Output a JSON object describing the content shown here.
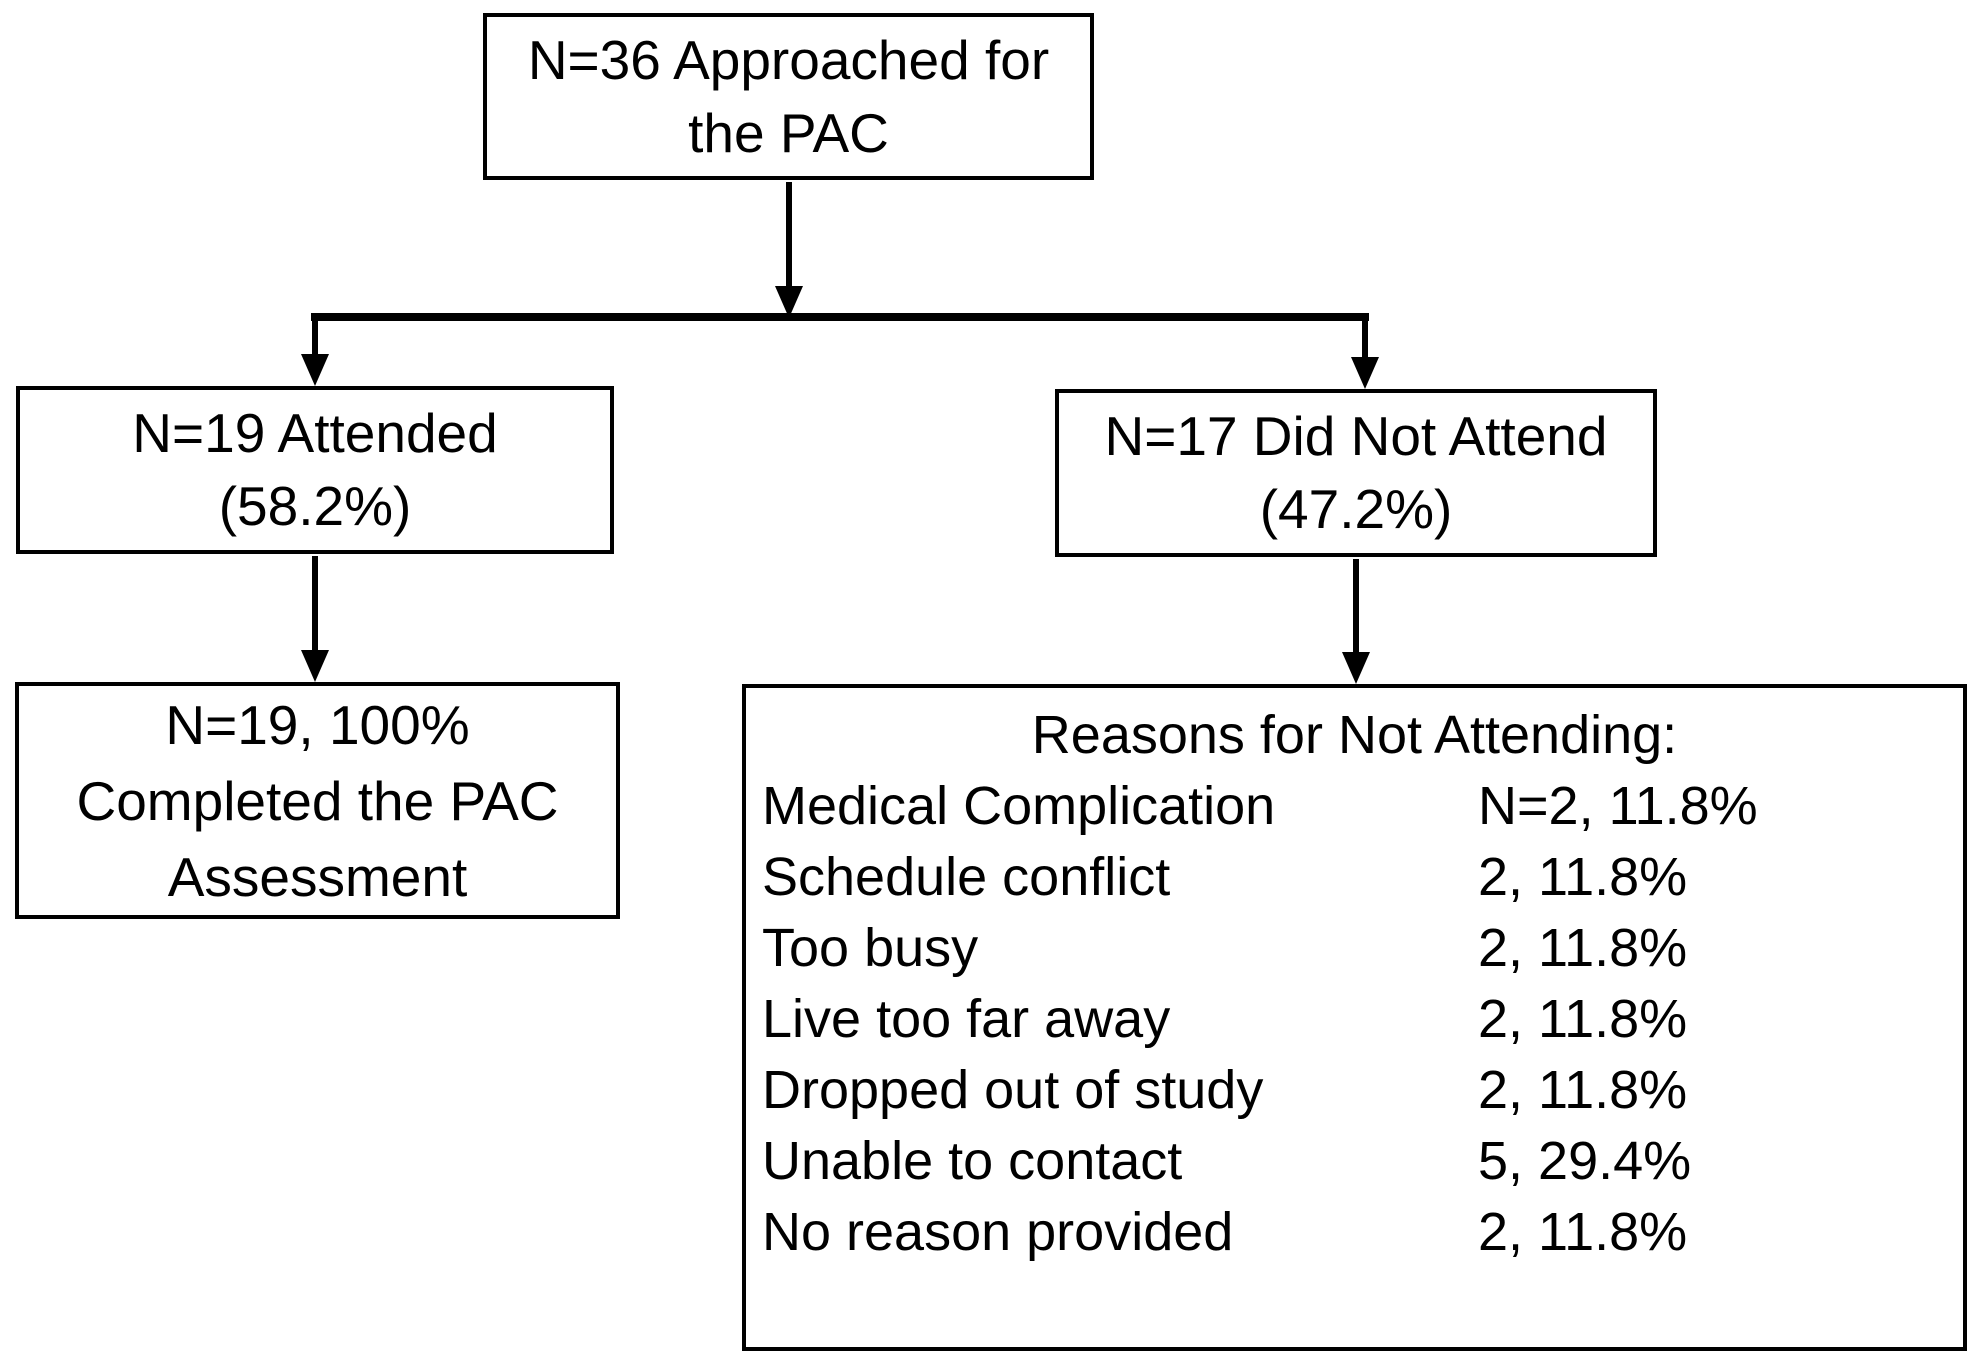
{
  "figure": {
    "type": "flowchart",
    "colors": {
      "line": "#000000",
      "background": "#ffffff",
      "text": "#000000"
    },
    "nodes": {
      "approached": {
        "line1": "N=36 Approached for",
        "line2": "the PAC"
      },
      "attended": {
        "line1": "N=19 Attended",
        "line2": "(58.2%)"
      },
      "not_attended": {
        "line1": "N=17 Did Not Attend",
        "line2": "(47.2%)"
      },
      "completed": {
        "line1": "N=19, 100%",
        "line2": "Completed the PAC",
        "line3": "Assessment"
      },
      "reasons": {
        "title": "Reasons for Not Attending:",
        "rows": [
          {
            "label": "Medical Complication",
            "value": "N=2, 11.8%"
          },
          {
            "label": "Schedule conflict",
            "value": "2, 11.8%"
          },
          {
            "label": "Too busy",
            "value": "2, 11.8%"
          },
          {
            "label": "Live too far away",
            "value": "2, 11.8%"
          },
          {
            "label": "Dropped out of study",
            "value": "2, 11.8%"
          },
          {
            "label": "Unable to contact",
            "value": "5, 29.4%"
          },
          {
            "label": "No reason provided",
            "value": "2, 11.8%"
          }
        ]
      }
    }
  }
}
